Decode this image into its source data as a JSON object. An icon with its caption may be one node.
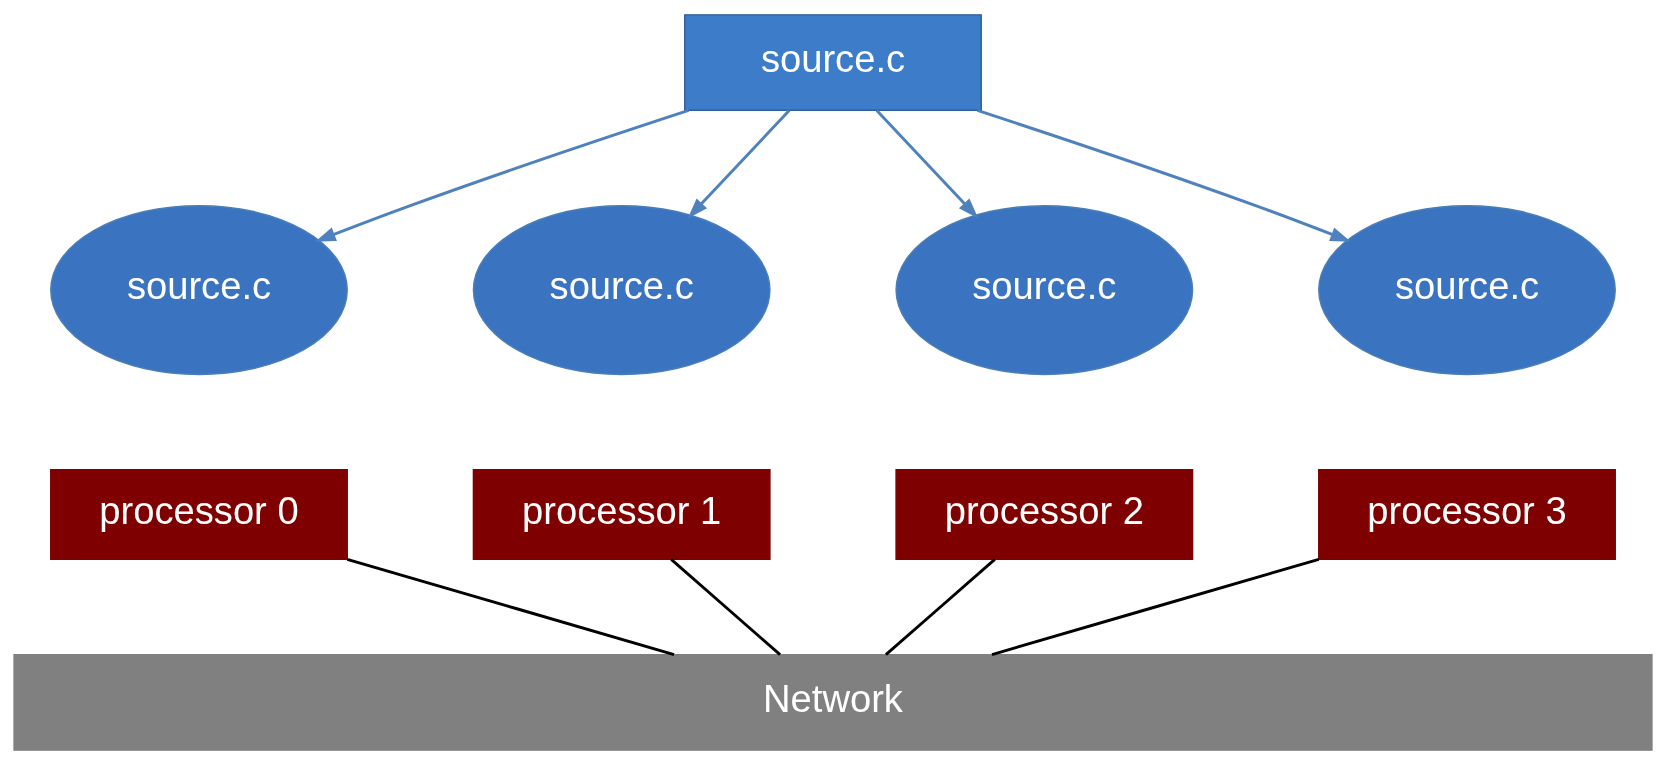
{
  "diagram": {
    "nodes": [
      {
        "text": [
          "source.c"
        ]
      },
      {
        "text": [
          "source.c"
        ]
      },
      {
        "text": [
          "source.c"
        ]
      },
      {
        "text": [
          "source.c"
        ]
      },
      {
        "text": [
          "source.c"
        ]
      },
      {
        "text": [
          "processor 0"
        ]
      },
      {
        "text": [
          "processor 1"
        ]
      },
      {
        "text": [
          "processor 2"
        ]
      },
      {
        "text": [
          "processor 3"
        ]
      },
      {
        "text": [
          "Network"
        ]
      }
    ],
    "edges": [
      {
        "from": 0,
        "to": 1,
        "arrow": "to"
      },
      {
        "from": 0,
        "to": 2,
        "arrow": "to"
      },
      {
        "from": 0,
        "to": 3,
        "arrow": "to"
      },
      {
        "from": 0,
        "to": 4,
        "arrow": "to"
      },
      {
        "from": 5,
        "to": 9,
        "arrow": "none",
        "color": "#000000"
      },
      {
        "from": 6,
        "to": 9,
        "arrow": "none",
        "color": "#000000"
      },
      {
        "from": 7,
        "to": 9,
        "arrow": "none",
        "color": "#000000"
      },
      {
        "from": 8,
        "to": 9,
        "arrow": "none",
        "color": "#000000"
      }
    ]
  }
}
